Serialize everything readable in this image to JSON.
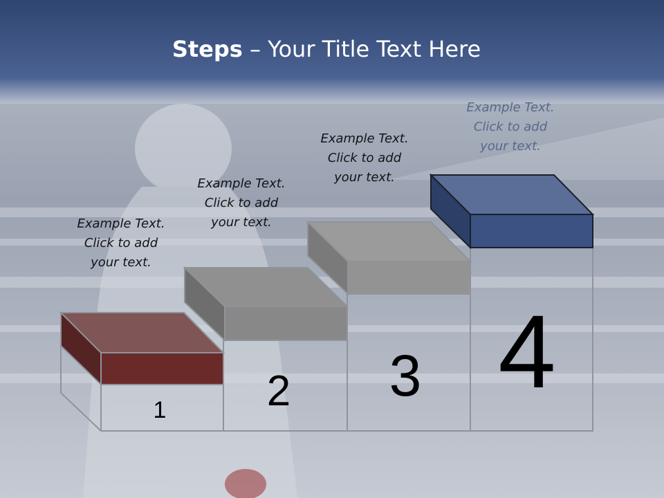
{
  "slide": {
    "title_bold": "Steps",
    "title_rest": " – Your Title Text Here"
  },
  "steps": [
    {
      "number": "1",
      "color": "#6b2a2a",
      "text_line1": "Example Text.",
      "text_line2": "Click  to add",
      "text_line3": "your text."
    },
    {
      "number": "2",
      "color": "#8c8c8c",
      "text_line1": "Example Text.",
      "text_line2": "Click  to add",
      "text_line3": "your text."
    },
    {
      "number": "3",
      "color": "#8c8c8c",
      "text_line1": "Example Text.",
      "text_line2": "Click  to add",
      "text_line3": "your text."
    },
    {
      "number": "4",
      "color": "#3b5283",
      "text_line1": "Example Text.",
      "text_line2": "Click  to add",
      "text_line3": "your text."
    }
  ],
  "colors": {
    "header_band": "#3b5283",
    "step1_accent": "#6b2a2a",
    "step4_accent": "#3b5283",
    "neutral_block": "#8c8c8c"
  }
}
